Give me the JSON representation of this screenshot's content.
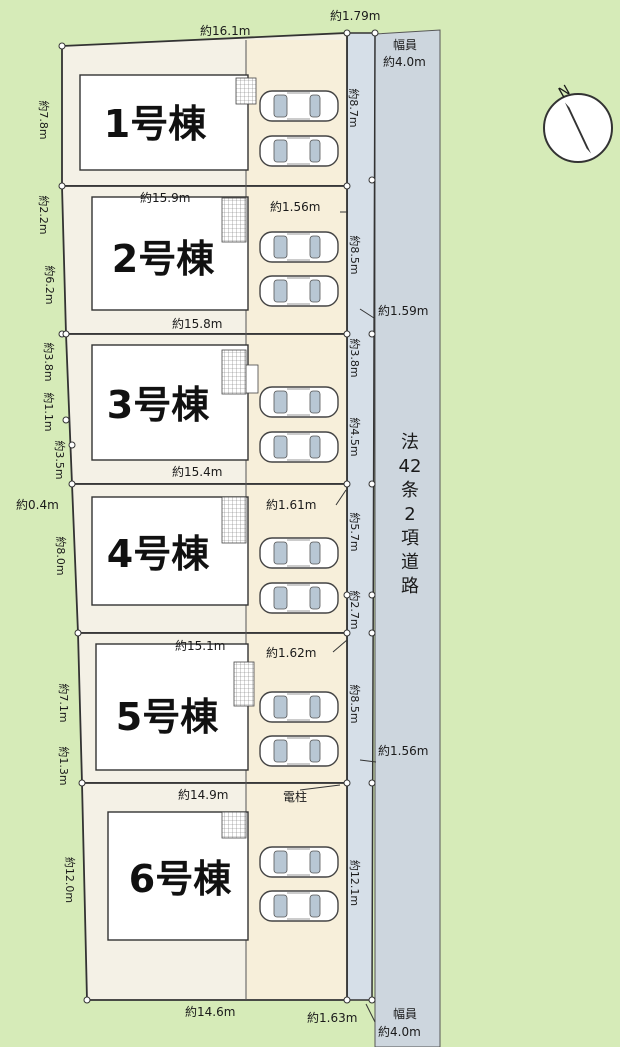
{
  "buildings": [
    {
      "name": "1号棟"
    },
    {
      "name": "2号棟"
    },
    {
      "name": "3号棟"
    },
    {
      "name": "4号棟"
    },
    {
      "name": "5号棟"
    },
    {
      "name": "6号棟"
    }
  ],
  "dimensions": {
    "top_width": "約16.1m",
    "top_right": "約1.79m",
    "road_top_label": "幅員",
    "road_top_width": "約4.0m",
    "lot1_left": "約7.8m",
    "lot1_right": "約8.7m",
    "b2_top": "約15.9m",
    "b2_right_gap": "約1.56m",
    "lot2_left_a": "約2.2m",
    "lot2_left_b": "約6.2m",
    "lot2_right": "約8.5m",
    "b2_bottom": "約15.8m",
    "road_gap_1": "約1.59m",
    "lot3_left_a": "約3.8m",
    "lot3_left_b": "約1.1m",
    "lot3_left_c": "約3.5m",
    "lot3_right_a": "約3.8m",
    "lot3_right_b": "約4.5m",
    "b3_bottom": "約15.4m",
    "left_offset": "約0.4m",
    "b4_right_gap": "約1.61m",
    "lot4_left": "約8.0m",
    "lot4_right_a": "約5.7m",
    "lot4_right_b": "約2.7m",
    "b5_top": "約15.1m",
    "b5_right_gap": "約1.62m",
    "lot5_left_a": "約7.1m",
    "lot5_left_b": "約1.3m",
    "lot5_right": "約8.5m",
    "road_gap_2": "約1.56m",
    "b6_top": "約14.9m",
    "utility_pole": "電柱",
    "lot6_left": "約12.0m",
    "lot6_right": "約12.1m",
    "bottom_width": "約14.6m",
    "bottom_right": "約1.63m",
    "road_bottom_label": "幅員",
    "road_bottom_width": "約4.0m"
  },
  "road": {
    "chars": [
      "法",
      "42",
      "条",
      "2",
      "項",
      "道",
      "路"
    ]
  },
  "compass": {
    "label": "N"
  },
  "colors": {
    "background": "#ffffff",
    "ground": "#d6ebb8",
    "lot": "#f4f1e6",
    "drive": "#f7efda",
    "road": "#cdd6de",
    "strip": "#d6dfe8",
    "line": "#333333"
  }
}
